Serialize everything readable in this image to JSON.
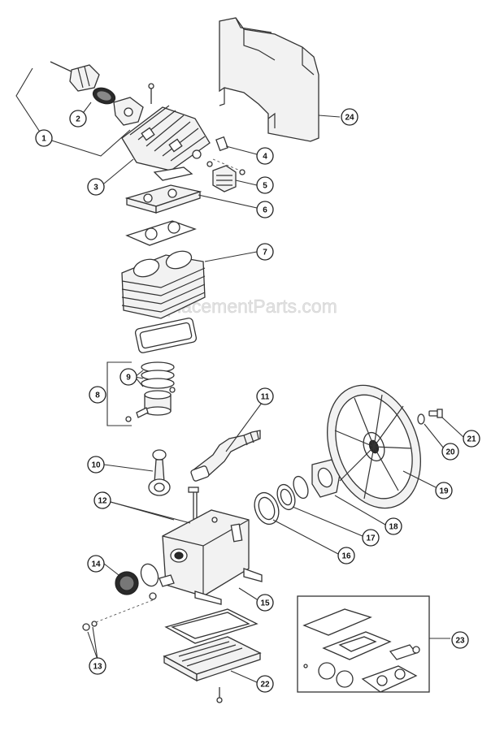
{
  "watermark": "eReplacementParts.com",
  "callouts": [
    {
      "id": "1",
      "label": "1"
    },
    {
      "id": "2",
      "label": "2"
    },
    {
      "id": "3",
      "label": "3"
    },
    {
      "id": "4",
      "label": "4"
    },
    {
      "id": "5",
      "label": "5"
    },
    {
      "id": "6",
      "label": "6"
    },
    {
      "id": "7",
      "label": "7"
    },
    {
      "id": "8",
      "label": "8"
    },
    {
      "id": "9",
      "label": "9"
    },
    {
      "id": "10",
      "label": "10"
    },
    {
      "id": "11",
      "label": "11"
    },
    {
      "id": "12",
      "label": "12"
    },
    {
      "id": "13",
      "label": "13"
    },
    {
      "id": "14",
      "label": "14"
    },
    {
      "id": "15",
      "label": "15"
    },
    {
      "id": "16",
      "label": "16"
    },
    {
      "id": "17",
      "label": "17"
    },
    {
      "id": "18",
      "label": "18"
    },
    {
      "id": "19",
      "label": "19"
    },
    {
      "id": "20",
      "label": "20"
    },
    {
      "id": "21",
      "label": "21"
    },
    {
      "id": "22",
      "label": "22"
    },
    {
      "id": "23",
      "label": "23"
    },
    {
      "id": "24",
      "label": "24"
    }
  ]
}
